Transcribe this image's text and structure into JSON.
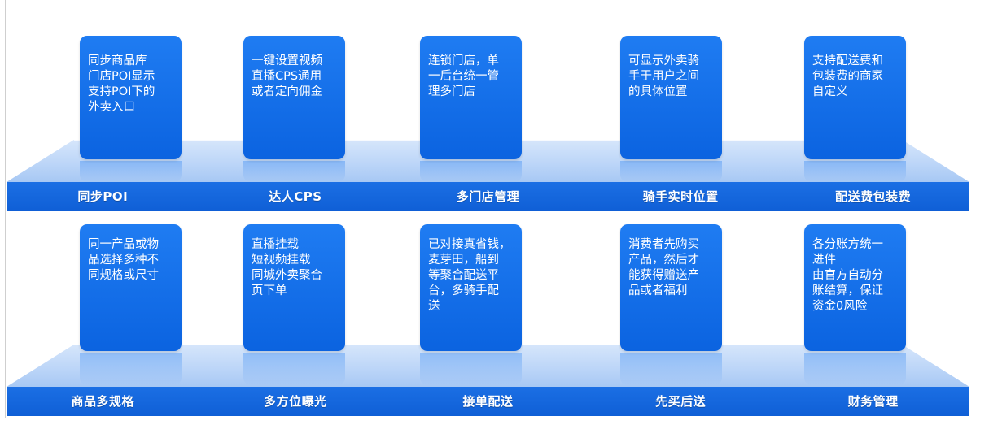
{
  "rows": [
    {
      "cards": [
        "同步商品库\n门店POI显示\n支持POI下的\n外卖入口",
        "一键设置视频\n直播CPS通用\n或者定向佣金",
        "连锁门店，单\n一后台统一管\n理多门店",
        "可显示外卖骑\n手于用户之间\n的具体位置",
        "支持配送费和\n包装费的商家\n自定义"
      ],
      "labels": [
        "同步POI",
        "达人CPS",
        "多门店管理",
        "骑手实时位置",
        "配送费包装费"
      ]
    },
    {
      "cards": [
        "同一产品或物\n品选择多种不\n同规格或尺寸",
        "直播挂载\n短视频挂载\n同城外卖聚合\n页下单",
        "已对接真省钱，\n麦芽田，船到\n等聚合配送平\n台，多骑手配\n送",
        "消费者先购买\n产品，然后才\n能获得赠送产\n品或者福利",
        "各分账方统一\n进件\n由官方自动分\n账结算，保证\n资金0风险"
      ],
      "labels": [
        "商品多规格",
        "多方位曝光",
        "接单配送",
        "先买后送",
        "财务管理"
      ]
    }
  ]
}
